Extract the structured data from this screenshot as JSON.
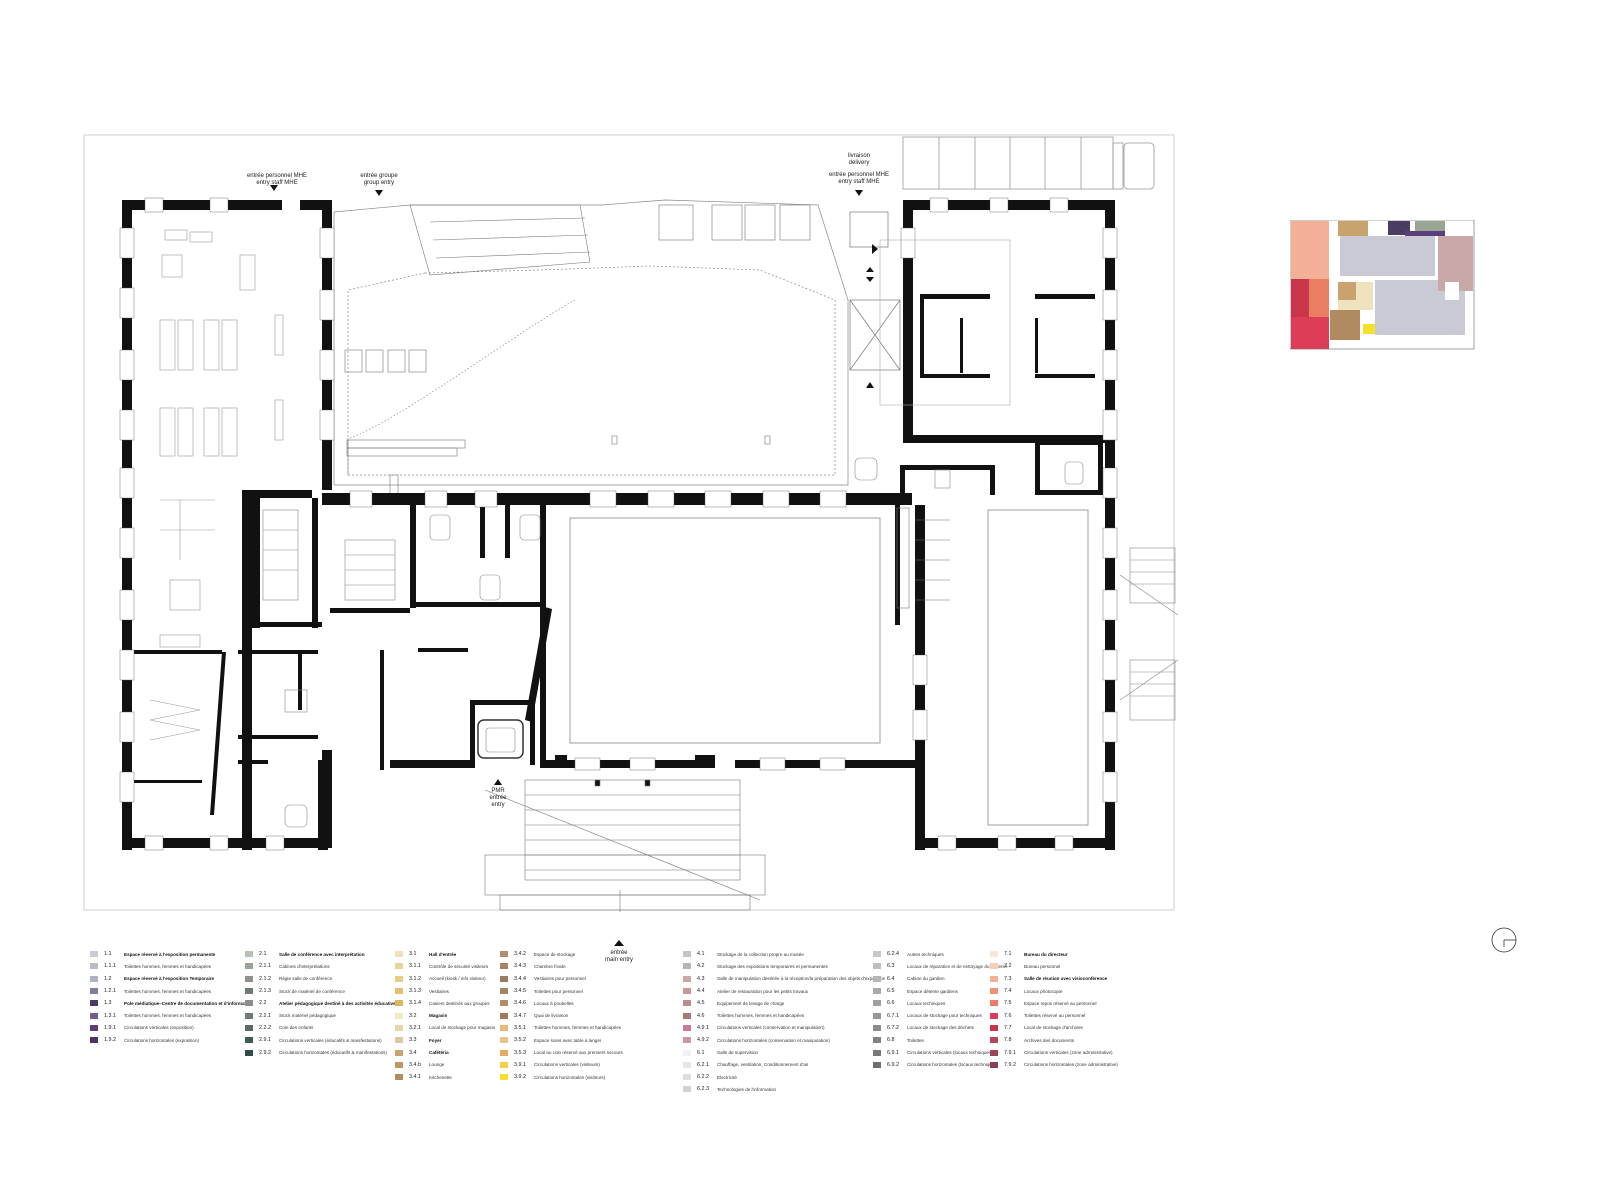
{
  "labels": {
    "staff_entry_fr": "entrée personnel MHE",
    "staff_entry_en": "entry staff MHE",
    "group_entry_fr": "entrée groupe",
    "group_entry_en": "group entry",
    "delivery_fr": "livraison",
    "delivery_en": "delivery",
    "staff_entry2_fr": "entrée personnel MHE",
    "staff_entry2_en": "entry staff MHE",
    "pmr": "PMR",
    "entry_fr": "entrée",
    "entry_en": "entry",
    "main_entry_fr": "entrée",
    "main_entry_en": "main entry"
  },
  "legend_columns": [
    [
      {
        "code": "1.1",
        "name": "Espace réservé à l'exposition permanente",
        "color": "#c9cad6",
        "bold": true
      },
      {
        "code": "1.1.1",
        "name": "Toilettes hommes, femmes et handicapées",
        "color": "#b9bbc9",
        "bold": false
      },
      {
        "code": "1.2",
        "name": "Espace réservé à l'exposition Temporaire",
        "color": "#aeb0c4",
        "bold": true
      },
      {
        "code": "1.2.1",
        "name": "Toilettes hommes, femmes et handicapées",
        "color": "#7f8098",
        "bold": false
      },
      {
        "code": "1.3",
        "name": "Pole médiatique–Centre de documentation et d'information",
        "color": "#4a3d63",
        "bold": true
      },
      {
        "code": "1.3.1",
        "name": "Toilettes hommes, femmes et handicapées",
        "color": "#6f5f8a",
        "bold": false
      },
      {
        "code": "1.9.1",
        "name": "Circulations verticales (exposition)",
        "color": "#5b3e7a",
        "bold": false
      },
      {
        "code": "1.9.2",
        "name": "Circulations horizontales (exposition)",
        "color": "#4b3466",
        "bold": false
      }
    ],
    [
      {
        "code": "2.1",
        "name": "Salle de conférence avec interprétation",
        "color": "#b9c2b2",
        "bold": true
      },
      {
        "code": "2.1.1",
        "name": "Cabines d'interprétations",
        "color": "#9aa595",
        "bold": false
      },
      {
        "code": "2.1.2",
        "name": "Régie salle de conférence",
        "color": "#8a948a",
        "bold": false
      },
      {
        "code": "2.1.3",
        "name": "Stock de matériel de conférence",
        "color": "#6f7a70",
        "bold": false
      },
      {
        "code": "2.2",
        "name": "Atelier pédagogique destiné à des activités éducatives",
        "color": "#879084",
        "bold": true
      },
      {
        "code": "2.2.1",
        "name": "Stock matériel pédagogique",
        "color": "#707b72",
        "bold": false
      },
      {
        "code": "2.2.2",
        "name": "Coin des enfants",
        "color": "#5d6a63",
        "bold": false
      },
      {
        "code": "2.9.1",
        "name": "Circulations verticales (éducatifs & manifestations)",
        "color": "#3f5a55",
        "bold": false
      },
      {
        "code": "2.9.2",
        "name": "Circulations horizontales (éducatifs & manifestations)",
        "color": "#2f4a48",
        "bold": false
      }
    ],
    [
      {
        "code": "3.1",
        "name": "Hall d'entrée",
        "color": "#f1e2bf",
        "bold": true
      },
      {
        "code": "3.1.1",
        "name": "Contrôle de sécurité visiteurs",
        "color": "#e9d49a",
        "bold": false
      },
      {
        "code": "3.1.2",
        "name": "Accueil (kiosk / info visiteur)",
        "color": "#e6cc85",
        "bold": false
      },
      {
        "code": "3.1.3",
        "name": "Vestiaires",
        "color": "#e3c16e",
        "bold": false
      },
      {
        "code": "3.1.4",
        "name": "Casiers destinés aux groupes",
        "color": "#dcb75e",
        "bold": false
      },
      {
        "code": "3.2",
        "name": "Magasin",
        "color": "#f3e9c6",
        "bold": true
      },
      {
        "code": "3.2.1",
        "name": "Local de stockage pour magasin",
        "color": "#e7d7a6",
        "bold": false
      },
      {
        "code": "3.3",
        "name": "Foyer",
        "color": "#d9c9a0",
        "bold": true
      },
      {
        "code": "3.4",
        "name": "Cafétéria",
        "color": "#c8a36d",
        "bold": true
      },
      {
        "code": "3.4.b",
        "name": "Lounge",
        "color": "#bf9766",
        "bold": false
      },
      {
        "code": "3.4.1",
        "name": "Kitchenette",
        "color": "#b08a60",
        "bold": false
      }
    ],
    [
      {
        "code": "3.4.2",
        "name": "Espace de stockage",
        "color": "#b58e6c",
        "bold": false
      },
      {
        "code": "3.4.3",
        "name": "Chambre froide",
        "color": "#a98163",
        "bold": false
      },
      {
        "code": "3.4.4",
        "name": "Vestiaires pour personnel",
        "color": "#9e7a5e",
        "bold": false
      },
      {
        "code": "3.4.5",
        "name": "Toilettes pour personnel",
        "color": "#a68565",
        "bold": false
      },
      {
        "code": "3.4.6",
        "name": "Locaux à poubelles",
        "color": "#b28d63",
        "bold": false
      },
      {
        "code": "3.4.7",
        "name": "Quai de livraison",
        "color": "#a07a55",
        "bold": false
      },
      {
        "code": "3.5.1",
        "name": "Toilettes hommes, femmes et handicapées",
        "color": "#e6b97a",
        "bold": false
      },
      {
        "code": "3.5.2",
        "name": "Espace soins avec table à langer",
        "color": "#e9c48a",
        "bold": false
      },
      {
        "code": "3.5.3",
        "name": "Local au coin réservé aux premiers secours",
        "color": "#e2ad60",
        "bold": false
      },
      {
        "code": "3.9.1",
        "name": "Circulations verticales (visiteurs)",
        "color": "#f0d24a",
        "bold": false
      },
      {
        "code": "3.9.2",
        "name": "Circulations horizontales (visiteurs)",
        "color": "#f4e12e",
        "bold": false
      }
    ],
    [
      {
        "code": "4.1",
        "name": "Stockage de la collection propre au musée",
        "color": "#c4c4c4",
        "bold": false
      },
      {
        "code": "4.2",
        "name": "Stockage des expositions temporaires et permanentes",
        "color": "#b9b3b3",
        "bold": false
      },
      {
        "code": "4.3",
        "name": "Salle de manipulation destinée à la réception/la préparation des objets d'exposition",
        "color": "#c9a8a8",
        "bold": false
      },
      {
        "code": "4.4",
        "name": "Atelier de restauration pour les petits travaux",
        "color": "#c79a9a",
        "bold": false
      },
      {
        "code": "4.5",
        "name": "Equipement de levage de charge",
        "color": "#b98d8d",
        "bold": false
      },
      {
        "code": "4.6",
        "name": "Toilettes hommes, femmes et handicapées",
        "color": "#a57878",
        "bold": false
      },
      {
        "code": "4.9.1",
        "name": "Circulations verticales (conservation et manipulation)",
        "color": "#c97898",
        "bold": false
      },
      {
        "code": "4.9.2",
        "name": "Circulations horizontales (conservation et manipulation)",
        "color": "#c995ad",
        "bold": false
      },
      {
        "code": "6.1",
        "name": "Salle de supervision",
        "color": "#eef2f6",
        "bold": false
      },
      {
        "code": "6.2.1",
        "name": "Chauffage, ventilation, Conditionnement d'air",
        "color": "#e6e6e6",
        "bold": false
      },
      {
        "code": "6.2.2",
        "name": "Electricité",
        "color": "#dedede",
        "bold": false
      },
      {
        "code": "6.2.3",
        "name": "Technologies de l'information",
        "color": "#d2d2d2",
        "bold": false
      }
    ],
    [
      {
        "code": "6.2.4",
        "name": "Autres techniques",
        "color": "#c8c8c8",
        "bold": false
      },
      {
        "code": "6.3",
        "name": "Locaux de réparation et de nettoyage du matériel",
        "color": "#bebebe",
        "bold": false
      },
      {
        "code": "6.4",
        "name": "Cabine du gardien",
        "color": "#b4b4b4",
        "bold": false
      },
      {
        "code": "6.5",
        "name": "Espace détente gardiens",
        "color": "#aaaaaa",
        "bold": false
      },
      {
        "code": "6.6",
        "name": "Locaux techniques",
        "color": "#a0a0a0",
        "bold": false
      },
      {
        "code": "6.7.1",
        "name": "Locaux de stockage pour techniques",
        "color": "#969696",
        "bold": false
      },
      {
        "code": "6.7.2",
        "name": "Locaux de stockage des déchets",
        "color": "#8c8c8c",
        "bold": false
      },
      {
        "code": "6.8",
        "name": "Toilettes",
        "color": "#828282",
        "bold": false
      },
      {
        "code": "6.9.1",
        "name": "Circulations verticales (locaux techniques)",
        "color": "#787878",
        "bold": false
      },
      {
        "code": "6.9.2",
        "name": "Circulations horizontales (locaux techniques)",
        "color": "#6e6e6e",
        "bold": false
      }
    ],
    [
      {
        "code": "7.1",
        "name": "Bureau du directeur",
        "color": "#fbe3d6",
        "bold": true
      },
      {
        "code": "7.2",
        "name": "Bureau personnel",
        "color": "#f7cdb6",
        "bold": false
      },
      {
        "code": "7.3",
        "name": "Salle de réunion avec visioconférence",
        "color": "#f3b096",
        "bold": true
      },
      {
        "code": "7.4",
        "name": "Locaux photocopie",
        "color": "#ee9476",
        "bold": false
      },
      {
        "code": "7.5",
        "name": "Espace repos réservé au personnel",
        "color": "#ea7d64",
        "bold": false
      },
      {
        "code": "7.6",
        "name": "Toilettes réservé au personnel",
        "color": "#dc3c55",
        "bold": false
      },
      {
        "code": "7.7",
        "name": "Local de stockage d'archives",
        "color": "#c9354a",
        "bold": false
      },
      {
        "code": "7.8",
        "name": "Archives des documents",
        "color": "#b4485a",
        "bold": false
      },
      {
        "code": "7.9.1",
        "name": "Circulations verticales (zone administrative)",
        "color": "#9a4458",
        "bold": false
      },
      {
        "code": "7.9.2",
        "name": "Circulations horizontales (zone administrative)",
        "color": "#8a3f52",
        "bold": false
      }
    ]
  ],
  "keyplan_colors": {
    "exhibition": "#c9cad6",
    "media": "#4a3d63",
    "foyer": "#f1e2bf",
    "cafe": "#c8a36d",
    "visitor_circ": "#f4e12e",
    "storage": "#c9a8a8",
    "admin_light": "#f3b096",
    "admin_dark": "#c9354a",
    "admin_red": "#dc3c55"
  }
}
